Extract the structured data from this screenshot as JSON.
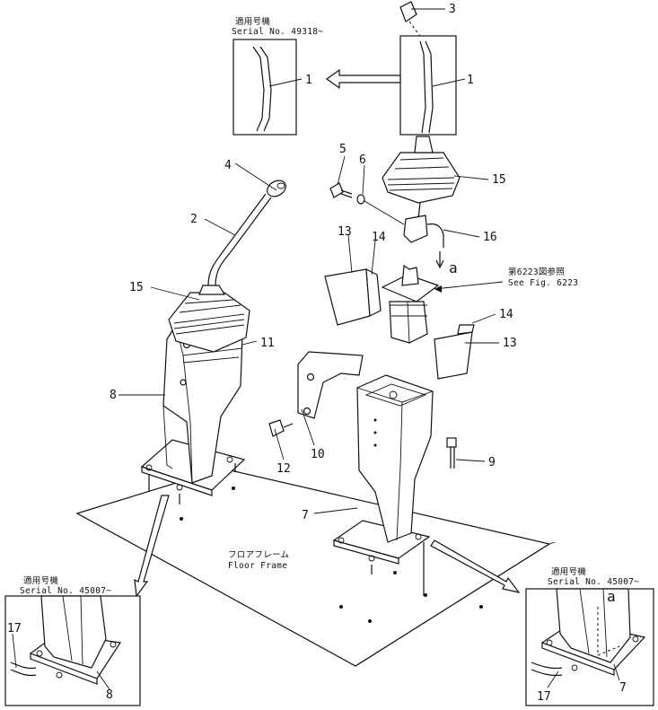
{
  "notes": {
    "serial_top_jp": "適用号機",
    "serial_top_en": "Serial No. 49318~",
    "serial_left_jp": "適用号機",
    "serial_left_en": "Serial No. 45007~",
    "serial_right_jp": "適用号機",
    "serial_right_en": "Serial No. 45007~",
    "see_fig_jp": "第6223図参照",
    "see_fig_en": "See Fig. 6223",
    "floor_jp": "フロアフレーム",
    "floor_en": "Floor Frame"
  },
  "callouts": {
    "c1_inset": "1",
    "c1_main": "1",
    "c2": "2",
    "c3": "3",
    "c4": "4",
    "c5": "5",
    "c6": "6",
    "c7_main": "7",
    "c7_inset": "7",
    "c8_main": "8",
    "c8_inset": "8",
    "c9": "9",
    "c10": "10",
    "c11": "11",
    "c12": "12",
    "c13_left": "13",
    "c13_right": "13",
    "c14_left": "14",
    "c14_right": "14",
    "c15_main": "15",
    "c15_left": "15",
    "c16": "16",
    "c17_left": "17",
    "c17_right": "17",
    "a_main": "a",
    "a_inset": "a"
  }
}
